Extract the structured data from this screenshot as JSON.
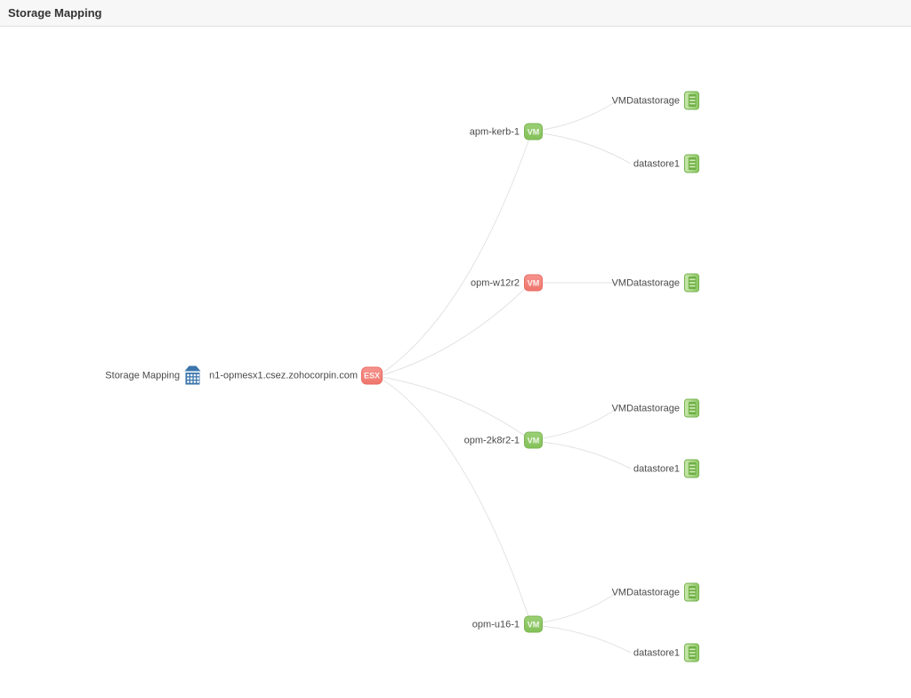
{
  "header": {
    "title": "Storage Mapping"
  },
  "diagram": {
    "root": {
      "label": "Storage Mapping"
    },
    "host": {
      "label": "n1-opmesx1.csez.zohocorpin.com",
      "badge": "ESX",
      "status": "critical"
    },
    "vms": [
      {
        "label": "apm-kerb-1",
        "badge": "VM",
        "status": "normal",
        "datastores": [
          {
            "label": "VMDatastorage"
          },
          {
            "label": "datastore1"
          }
        ]
      },
      {
        "label": "opm-w12r2",
        "badge": "VM",
        "status": "critical",
        "datastores": [
          {
            "label": "VMDatastorage"
          }
        ]
      },
      {
        "label": "opm-2k8r2-1",
        "badge": "VM",
        "status": "normal",
        "datastores": [
          {
            "label": "VMDatastorage"
          },
          {
            "label": "datastore1"
          }
        ]
      },
      {
        "label": "opm-u16-1",
        "badge": "VM",
        "status": "normal",
        "datastores": [
          {
            "label": "VMDatastorage"
          },
          {
            "label": "datastore1"
          }
        ]
      }
    ],
    "colors": {
      "status_normal": "#8cc763",
      "status_critical": "#f2837c",
      "link": "#e3e3e3",
      "label_text": "#4a4a4a",
      "building_icon": "#3b76ac",
      "header_bg": "#f7f7f7"
    }
  }
}
